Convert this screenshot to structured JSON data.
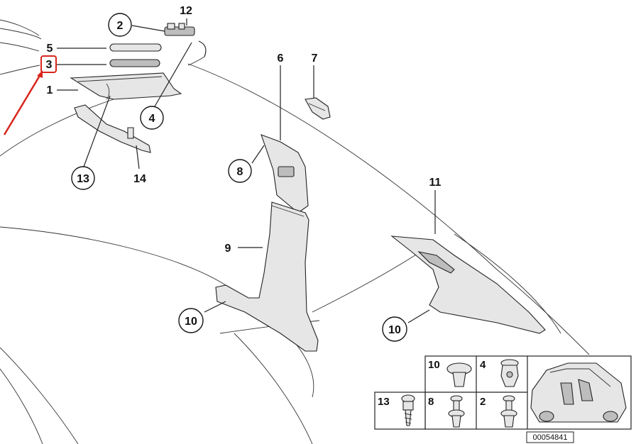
{
  "callouts": {
    "c1": "1",
    "c2": "2",
    "c3": "3",
    "c4": "4",
    "c5": "5",
    "c6": "6",
    "c7": "7",
    "c8": "8",
    "c9": "9",
    "c10a": "10",
    "c10b": "10",
    "c11": "11",
    "c12": "12",
    "c13": "13",
    "c14": "14"
  },
  "inset": {
    "cells": [
      "10",
      "4",
      "13",
      "8",
      "2"
    ]
  },
  "reference_number": "00054841",
  "highlight_color": "#d9261c"
}
